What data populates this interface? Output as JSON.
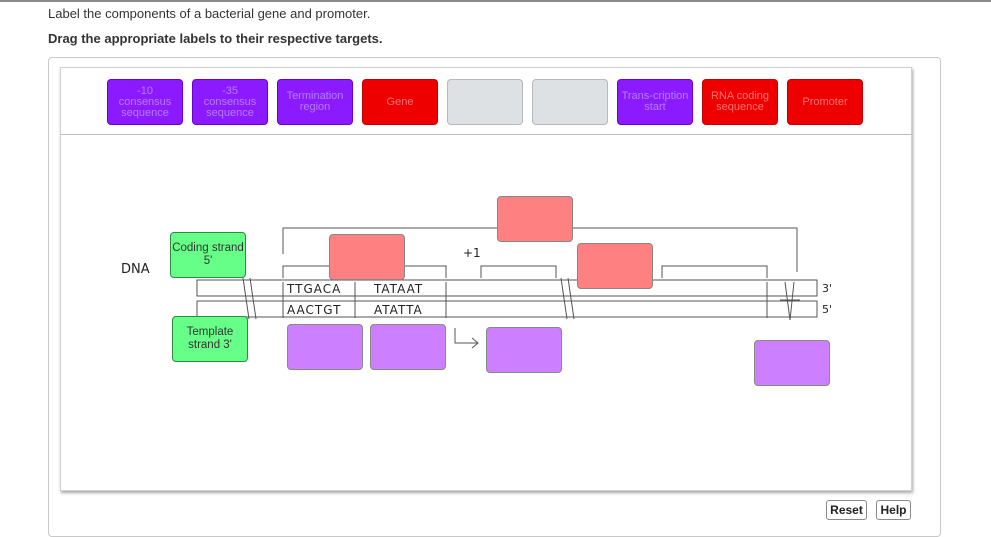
{
  "question": {
    "title": "Label the components of a bacterial gene and promoter.",
    "instruction": "Drag the appropriate labels to their respective targets."
  },
  "label_bank": [
    {
      "text": "-10 consensus sequence",
      "color": "purple"
    },
    {
      "text": "-35 consensus sequence",
      "color": "purple"
    },
    {
      "text": "Termination region",
      "color": "purple"
    },
    {
      "text": "Gene",
      "color": "red"
    },
    {
      "text": "",
      "color": "empty"
    },
    {
      "text": "",
      "color": "empty"
    },
    {
      "text": "Trans-cription start",
      "color": "purple"
    },
    {
      "text": "RNA coding sequence",
      "color": "red"
    },
    {
      "text": "Promoter",
      "color": "red"
    }
  ],
  "diagram": {
    "dna_label": "DNA",
    "coding_strand": "Coding strand 5'",
    "template_strand": "Template strand 3'",
    "plus_one": "+1",
    "seq_coding_35": "TTGACA",
    "seq_coding_10": "TATAAT",
    "seq_template_35": "AACTGT",
    "seq_template_10": "ATATTA",
    "end_top": "3'",
    "end_bottom": "5'"
  },
  "buttons": {
    "reset": "Reset",
    "help": "Help"
  },
  "colors": {
    "purple": "#8c1aff",
    "red": "#ee0000",
    "target_red": "#ff8080",
    "target_purple": "#cc80ff",
    "green": "#66ff88"
  }
}
